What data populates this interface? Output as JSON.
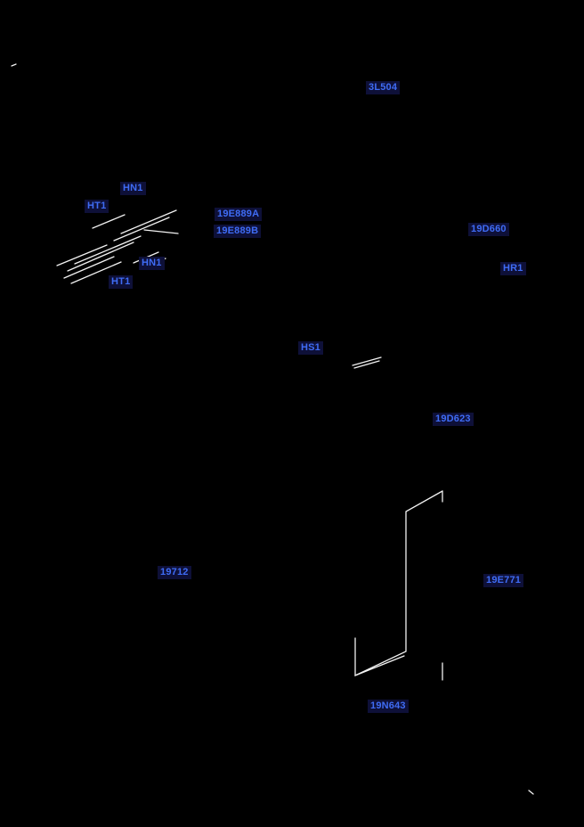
{
  "diagram": {
    "title": "parts-diagram",
    "labels": [
      {
        "text": "3L504"
      },
      {
        "text": "HN1"
      },
      {
        "text": "HT1"
      },
      {
        "text": "19E889A"
      },
      {
        "text": "19E889B"
      },
      {
        "text": "19D660"
      },
      {
        "text": "HR1"
      },
      {
        "text": "HN1"
      },
      {
        "text": "HT1"
      },
      {
        "text": "HS1"
      },
      {
        "text": "19D623"
      },
      {
        "text": "19712"
      },
      {
        "text": "19E771"
      },
      {
        "text": "19N643"
      }
    ]
  },
  "colors": {
    "background": "#000000",
    "label_text": "#3f6cf5",
    "label_background": "#0e1038",
    "line": "#f2f2f2"
  }
}
